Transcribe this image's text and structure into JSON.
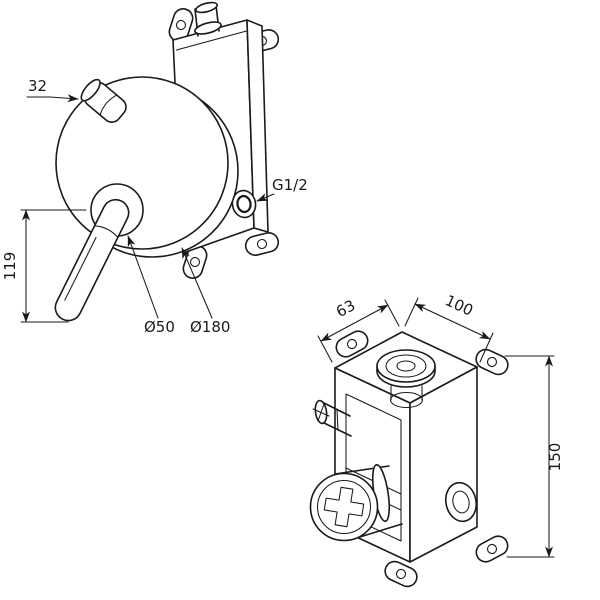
{
  "front_view": {
    "labels": {
      "knob_width": "32",
      "lever_length": "119",
      "hub_diameter": "Ø50",
      "plate_diameter": "Ø180",
      "inlet_thread": "G1/2"
    }
  },
  "iso_view": {
    "labels": {
      "depth": "63",
      "width": "100",
      "height": "150"
    }
  },
  "colors": {
    "line_color": "#1a1a1a",
    "background": "#ffffff"
  }
}
